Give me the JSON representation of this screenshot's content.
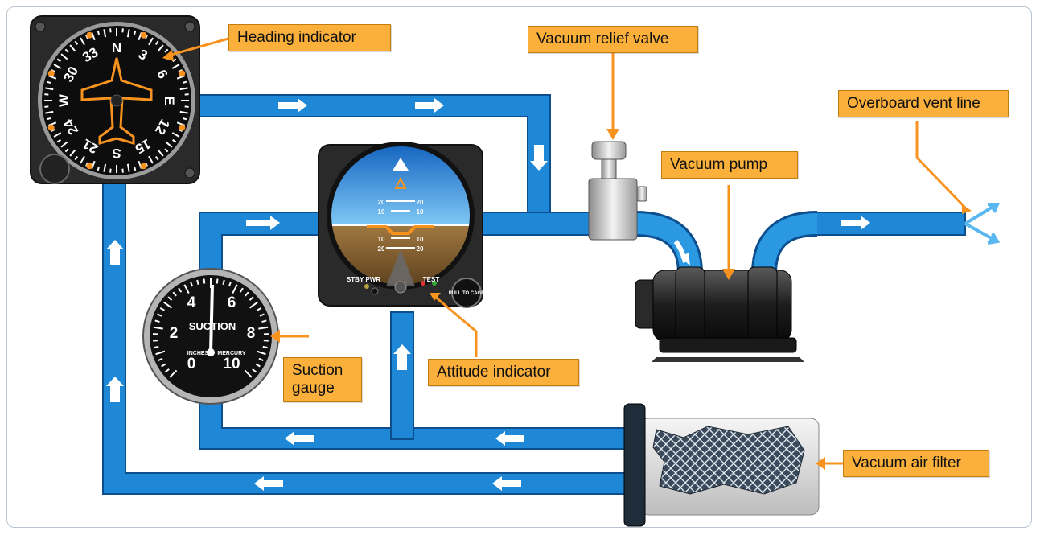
{
  "labels": {
    "heading_indicator": "Heading indicator",
    "vacuum_relief_valve": "Vacuum relief valve",
    "overboard_vent_line": "Overboard vent line",
    "vacuum_pump": "Vacuum pump",
    "suction_gauge_line1": "Suction",
    "suction_gauge_line2": "gauge",
    "attitude_indicator": "Attitude indicator",
    "vacuum_air_filter": "Vacuum air filter"
  },
  "heading_dial": {
    "cardinals": [
      "N",
      "E",
      "S",
      "W"
    ],
    "numbers": [
      "3",
      "6",
      "12",
      "15",
      "21",
      "24",
      "30",
      "33"
    ]
  },
  "suction_dial": {
    "title": "SUCTION",
    "unit_left": "INCHES",
    "unit_right": "MERCURY",
    "ticks": [
      "0",
      "2",
      "4",
      "6",
      "8",
      "10"
    ]
  },
  "attitude_dial": {
    "pitch_marks": [
      "20",
      "10",
      "10",
      "20"
    ],
    "stby_label": "STBY PWR",
    "test_label": "TEST",
    "knob_label": "PULL TO CAGE"
  },
  "colors": {
    "line_blue": "#1e88d6",
    "line_edge": "#0d4f8e",
    "callout": "#fbb03b",
    "leader": "#f7931e"
  }
}
